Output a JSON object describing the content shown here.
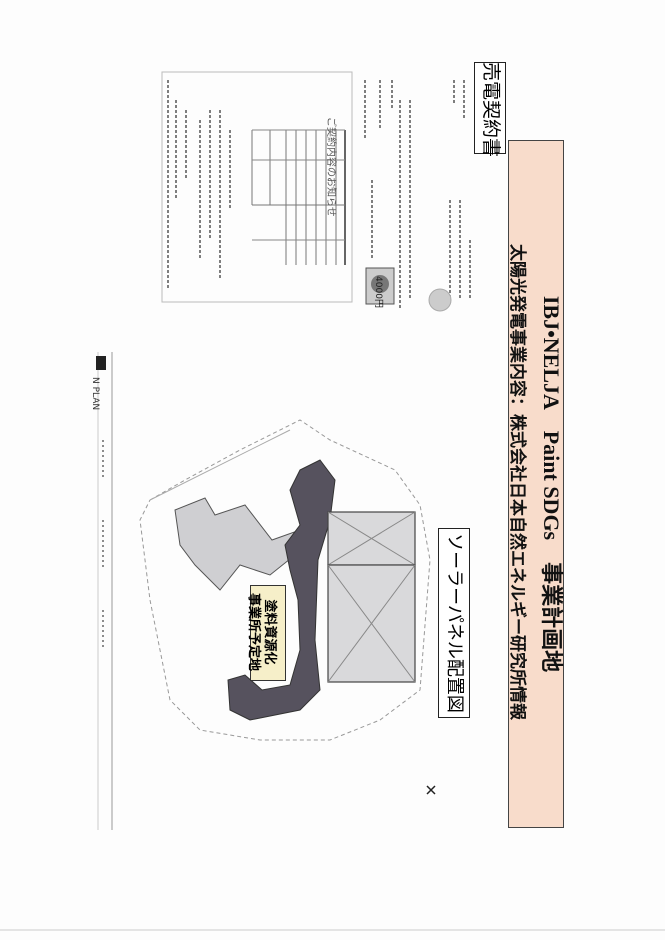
{
  "header": {
    "title": "IBJ•NELJA　Paint SDGs　事業計画地",
    "subtitle": "太陽光発電事業内容：株式会社日本自然エネルギー研究所情報"
  },
  "contract": {
    "label": "売電契約書",
    "notice_title": "ご契約内容のお知らせ",
    "stamp_text": "4000円"
  },
  "plan": {
    "label": "ソーラーパネル配置図",
    "plan_title": "N PLAN",
    "site_label_line1": "塗料資源化",
    "site_label_line2": "事業所予定地"
  },
  "colors": {
    "band": "#f8dccb",
    "site_label": "#f6efc9",
    "road": "#56525e",
    "roof": "#d9d9db"
  }
}
